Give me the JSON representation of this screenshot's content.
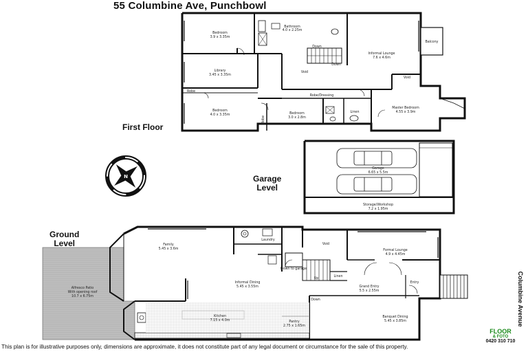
{
  "title": "55 Columbine Ave, Punchbowl",
  "levels": {
    "first": "First Floor",
    "garage_line1": "Garage",
    "garage_line2": "Level",
    "ground_line1": "Ground",
    "ground_line2": "Level"
  },
  "street": "Columbine Avenue",
  "disclaimer": "This plan is for illustrative purposes only, dimensions are approximate, it does not constitute part of any legal document or circumstance for the sale of this property.",
  "logo": {
    "line1": "FLOOR",
    "line2": "& FOTO",
    "phone": "0420 310 710"
  },
  "rooms": {
    "bedroom1": {
      "name": "Bedroom",
      "dim": "3.9 x 3.35m"
    },
    "bathroom": {
      "name": "Bathroom",
      "dim": "4.0 x 2.25m"
    },
    "balcony": {
      "name": "Balcony"
    },
    "informal_lounge": {
      "name": "Informal Lounge",
      "dim": "7.6 x 4.6m"
    },
    "library": {
      "name": "Library",
      "dim": "3.45 x 3.35m"
    },
    "void1": {
      "name": "Void"
    },
    "void2": {
      "name": "Void"
    },
    "robe_dressing": {
      "name": "Robe/Dressing"
    },
    "robe1": {
      "name": "Robe"
    },
    "bedroom2": {
      "name": "Bedroom",
      "dim": "4.0 x 3.35m"
    },
    "robe2": {
      "name": "Robe"
    },
    "bedroom3": {
      "name": "Bedroom",
      "dim": "3.0 x 2.8m"
    },
    "linen1": {
      "name": "Linen"
    },
    "master": {
      "name": "Master Bedroom",
      "dim": "4.55 x 3.9m"
    },
    "down1": {
      "name": "Down"
    },
    "down2": {
      "name": "Down"
    },
    "garage": {
      "name": "Garage",
      "dim": "6.65 x 5.5m"
    },
    "storage": {
      "name": "Storage/Workshop",
      "dim": "7.2 x 1.95m"
    },
    "family": {
      "name": "Family",
      "dim": "5.45 x 3.6m"
    },
    "laundry": {
      "name": "Laundry"
    },
    "void3": {
      "name": "Void"
    },
    "formal_lounge": {
      "name": "Formal Lounge",
      "dim": "4.9 x 4.45m"
    },
    "down_garage": {
      "name": "Down to garage"
    },
    "up": {
      "name": "Up"
    },
    "linen2": {
      "name": "Linen"
    },
    "alfresco": {
      "name": "Alfresco Patio",
      "dim1": "With opening roof",
      "dim": "10.7 x 6.75m"
    },
    "informal_dining": {
      "name": "Informal Dining",
      "dim": "5.45 x 3.55m"
    },
    "grand_entry": {
      "name": "Grand Entry",
      "dim": "5.5 x 2.55m"
    },
    "entry": {
      "name": "Entry"
    },
    "down3": {
      "name": "Down"
    },
    "kitchen": {
      "name": "Kitchen",
      "dim": "7.15 x 4.0m"
    },
    "pantry": {
      "name": "Pantry",
      "dim": "2.75 x 1.65m"
    },
    "banquet": {
      "name": "Banquet Dining",
      "dim": "5.45 x 3.85m"
    }
  }
}
